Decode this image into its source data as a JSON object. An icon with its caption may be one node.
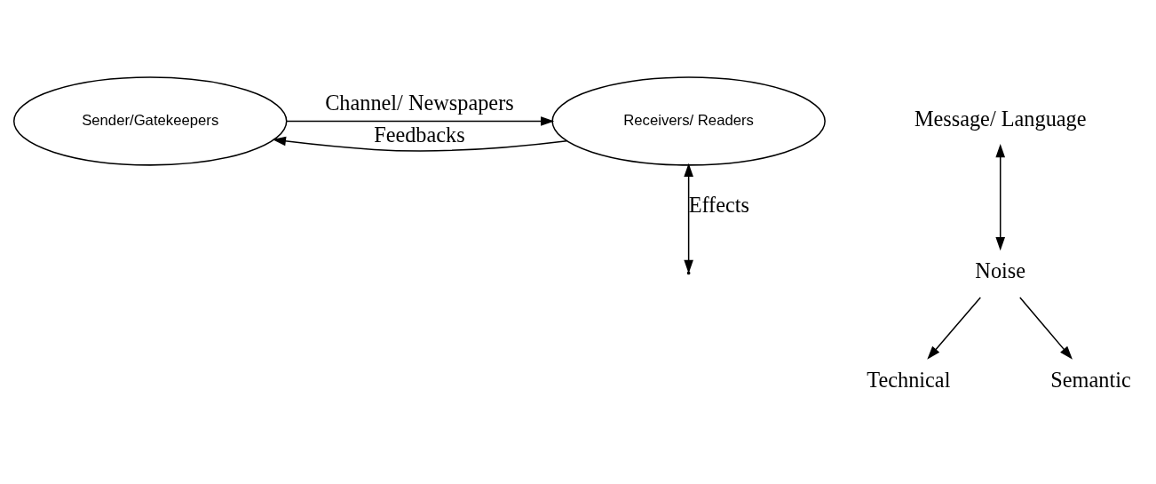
{
  "diagram": {
    "nodes": [
      {
        "text": [
          "Sender/Gatekeepers"
        ]
      },
      {
        "text": [
          "Receivers/ Readers"
        ]
      },
      {
        "text": [
          "Message/ Language"
        ]
      },
      {
        "text": [
          "Noise"
        ]
      },
      {
        "text": [
          "Technical"
        ]
      },
      {
        "text": [
          "Semantic"
        ]
      }
    ],
    "edges": [
      {
        "from": 0,
        "to": 1,
        "arrow": "to",
        "label": "Channel/ Newspapers"
      },
      {
        "from": 2,
        "to": 3,
        "arrow": "both"
      },
      {
        "from": 3,
        "to": 4,
        "arrow": "to"
      },
      {
        "from": 3,
        "to": 5,
        "arrow": "to"
      },
      {
        "from": 1,
        "to": null,
        "arrow": "both",
        "label": "Effects"
      },
      {
        "from": 1,
        "to": 0,
        "arrow": "to",
        "label": "Feedbacks"
      }
    ]
  }
}
